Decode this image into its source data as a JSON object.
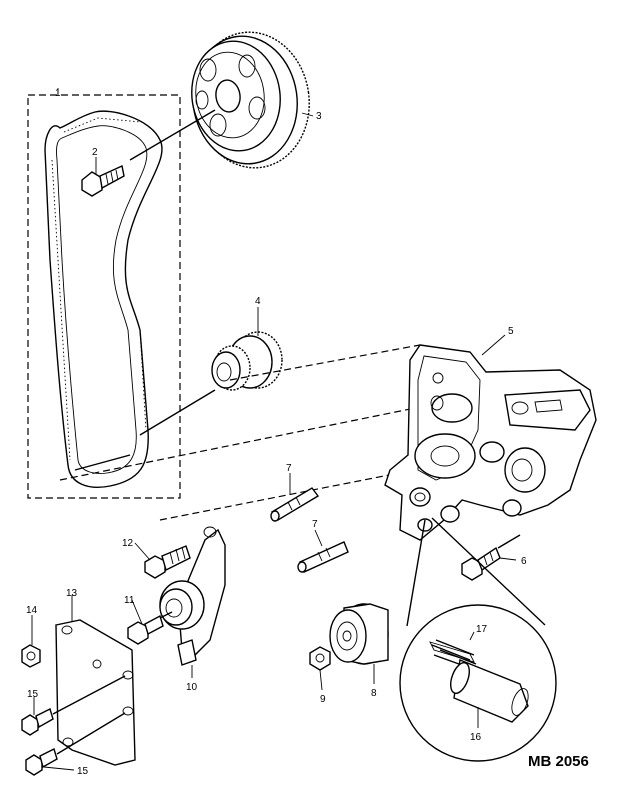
{
  "diagram": {
    "reference_code": "MB 2056",
    "callouts": [
      "1",
      "2",
      "3",
      "4",
      "5",
      "6",
      "7",
      "7",
      "8",
      "9",
      "10",
      "11",
      "12",
      "13",
      "14",
      "15",
      "15",
      "16",
      "17"
    ]
  }
}
